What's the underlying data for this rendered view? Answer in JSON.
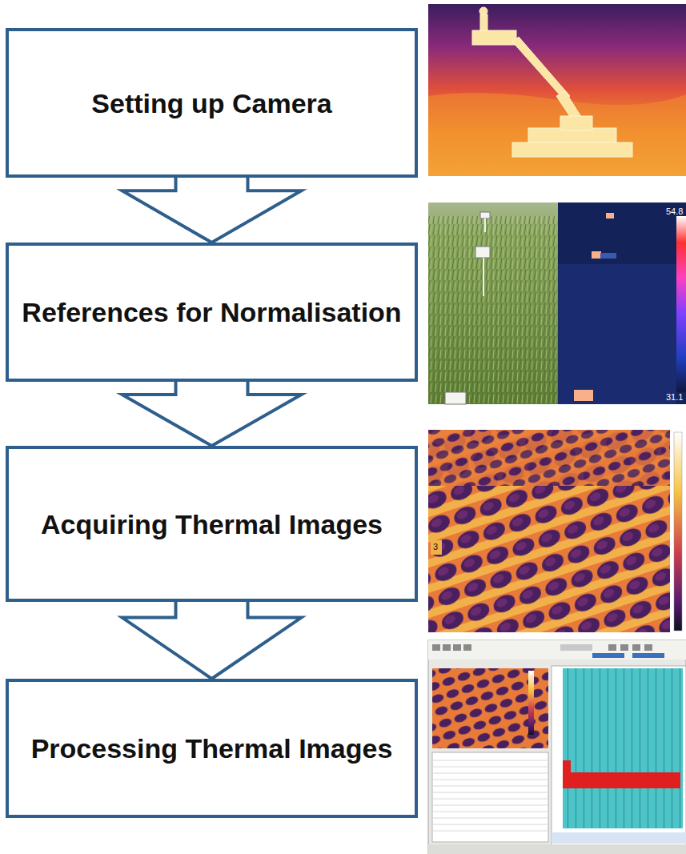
{
  "diagram": {
    "nodes": [
      {
        "text": [
          "Setting up Camera"
        ]
      },
      {
        "text": [
          "References for Normalisation"
        ]
      },
      {
        "text": [
          "Acquiring Thermal Images"
        ]
      },
      {
        "text": [
          "Processing Thermal Images"
        ]
      }
    ],
    "edges": [
      {
        "from": 0,
        "to": 1,
        "arrow": "to"
      },
      {
        "from": 1,
        "to": 2,
        "arrow": "to"
      },
      {
        "from": 2,
        "to": 3,
        "arrow": "to"
      }
    ],
    "labels": [
      "54.8",
      "31.1",
      "3"
    ]
  }
}
